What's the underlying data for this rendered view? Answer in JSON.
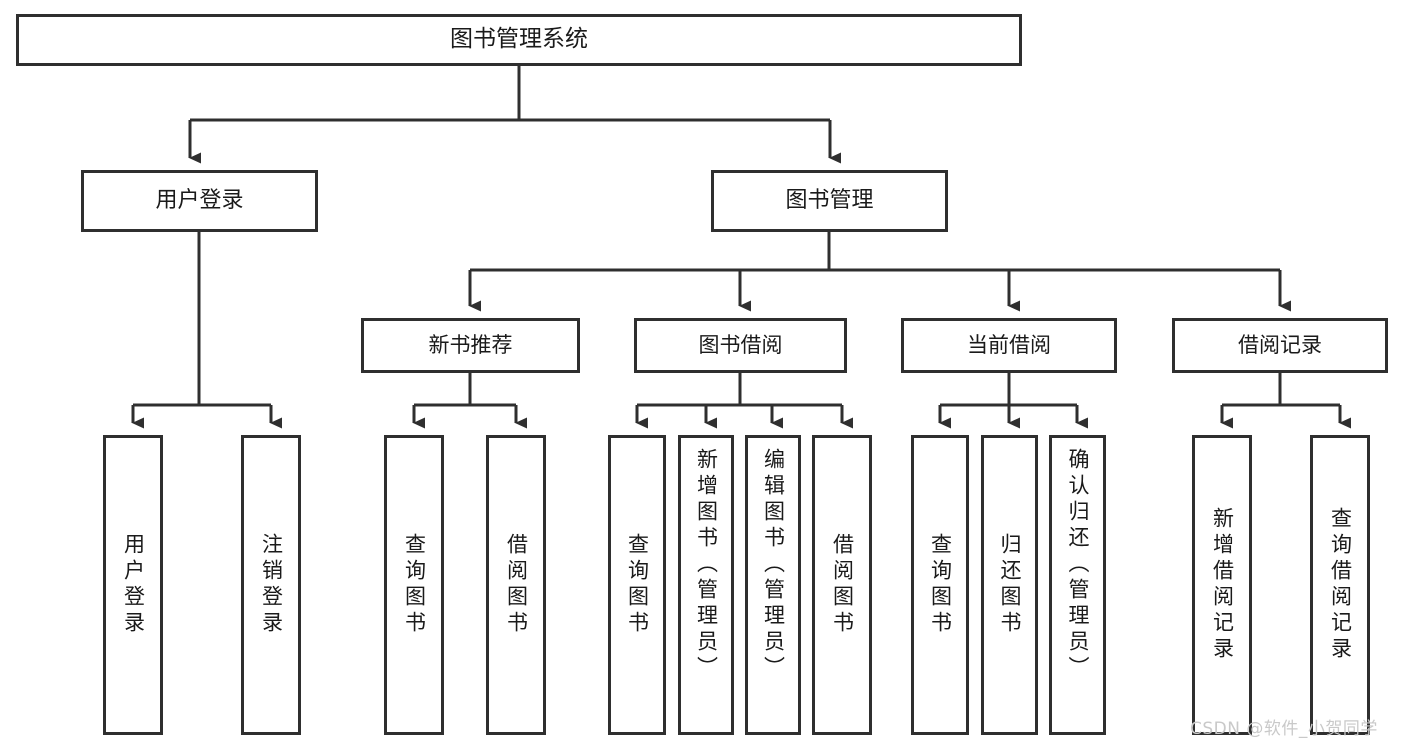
{
  "diagram": {
    "title": "图书管理系统",
    "type": "tree-hierarchy",
    "root": {
      "label": "图书管理系统"
    },
    "level1": [
      {
        "label": "用户登录"
      },
      {
        "label": "图书管理"
      }
    ],
    "level2": [
      {
        "label": "新书推荐"
      },
      {
        "label": "图书借阅"
      },
      {
        "label": "当前借阅"
      },
      {
        "label": "借阅记录"
      }
    ],
    "leaves": {
      "user_login": [
        {
          "label": "用户登录"
        },
        {
          "label": "注销登录"
        }
      ],
      "new_book": [
        {
          "label": "查询图书"
        },
        {
          "label": "借阅图书"
        }
      ],
      "book_borrow": [
        {
          "label": "查询图书"
        },
        {
          "label": "新增图书（管理员）"
        },
        {
          "label": "编辑图书（管理员）"
        },
        {
          "label": "借阅图书"
        }
      ],
      "current_borrow": [
        {
          "label": "查询图书"
        },
        {
          "label": "归还图书"
        },
        {
          "label": "确认归还（管理员）"
        }
      ],
      "borrow_record": [
        {
          "label": "新增借阅记录"
        },
        {
          "label": "查询借阅记录"
        }
      ]
    }
  },
  "watermark": {
    "text": "CSDN @软件_小贺同学"
  },
  "colors": {
    "box_border": "#2f2f2f",
    "box_fill": "#ffffff",
    "line": "#2f2f2f",
    "text": "#1a1a1a",
    "watermark": "#c9c9c9"
  }
}
